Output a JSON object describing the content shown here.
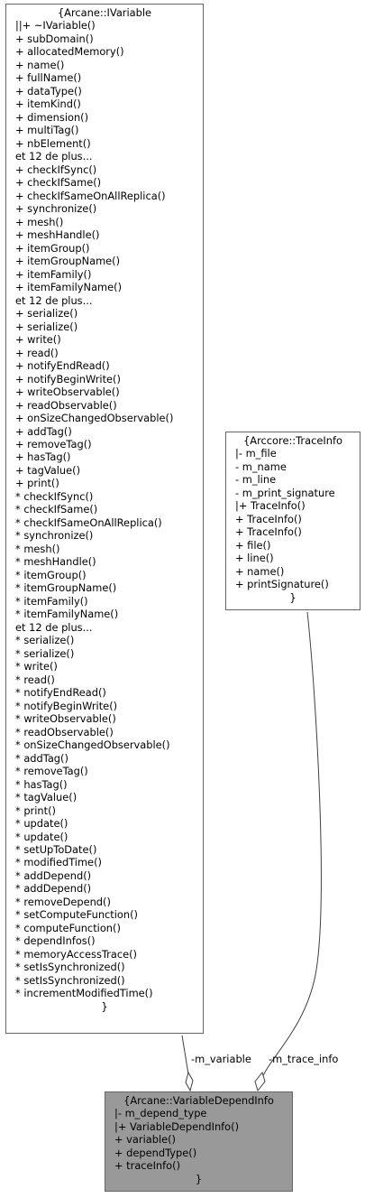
{
  "classes": {
    "ivariable": {
      "title": "{Arcane::IVariable",
      "members": [
        "||+ ~IVariable()",
        "+ subDomain()",
        "+ allocatedMemory()",
        "+ name()",
        "+ fullName()",
        "+ dataType()",
        "+ itemKind()",
        "+ dimension()",
        "+ multiTag()",
        "+ nbElement()",
        "et 12 de plus...",
        "+ checkIfSync()",
        "+ checkIfSame()",
        "+ checkIfSameOnAllReplica()",
        "+ synchronize()",
        "+ mesh()",
        "+ meshHandle()",
        "+ itemGroup()",
        "+ itemGroupName()",
        "+ itemFamily()",
        "+ itemFamilyName()",
        "et 12 de plus...",
        "+ serialize()",
        "+ serialize()",
        "+ write()",
        "+ read()",
        "+ notifyEndRead()",
        "+ notifyBeginWrite()",
        "+ writeObservable()",
        "+ readObservable()",
        "+ onSizeChangedObservable()",
        "+ addTag()",
        "+ removeTag()",
        "+ hasTag()",
        "+ tagValue()",
        "+ print()",
        "* checkIfSync()",
        "* checkIfSame()",
        "* checkIfSameOnAllReplica()",
        "* synchronize()",
        "* mesh()",
        "* meshHandle()",
        "* itemGroup()",
        "* itemGroupName()",
        "* itemFamily()",
        "* itemFamilyName()",
        "et 12 de plus...",
        "* serialize()",
        "* serialize()",
        "* write()",
        "* read()",
        "* notifyEndRead()",
        "* notifyBeginWrite()",
        "* writeObservable()",
        "* readObservable()",
        "* onSizeChangedObservable()",
        "* addTag()",
        "* removeTag()",
        "* hasTag()",
        "* tagValue()",
        "* print()",
        "* update()",
        "* update()",
        "* setUpToDate()",
        "* modifiedTime()",
        "* addDepend()",
        "* addDepend()",
        "* removeDepend()",
        "* setComputeFunction()",
        "* computeFunction()",
        "* dependInfos()",
        "* memoryAccessTrace()",
        "* setIsSynchronized()",
        "* setIsSynchronized()",
        "* incrementModifiedTime()"
      ],
      "end": "}"
    },
    "traceinfo": {
      "title": "{Arccore::TraceInfo",
      "members": [
        "|- m_file",
        "- m_name",
        "- m_line",
        "- m_print_signature",
        "|+ TraceInfo()",
        "+ TraceInfo()",
        "+ TraceInfo()",
        "+ file()",
        "+ line()",
        "+ name()",
        "+ printSignature()"
      ],
      "end": "}"
    },
    "variabledependinfo": {
      "title": "{Arcane::VariableDependInfo",
      "members": [
        "|- m_depend_type",
        "|+ VariableDependInfo()",
        "+ variable()",
        "+ dependType()",
        "+ traceInfo()"
      ],
      "end": "}"
    }
  },
  "edges": {
    "variable_label": "-m_variable",
    "trace_info_label": "-m_trace_info"
  },
  "colors": {
    "box_border": "#666666",
    "highlight_fill": "#999999",
    "edge": "#404040"
  }
}
